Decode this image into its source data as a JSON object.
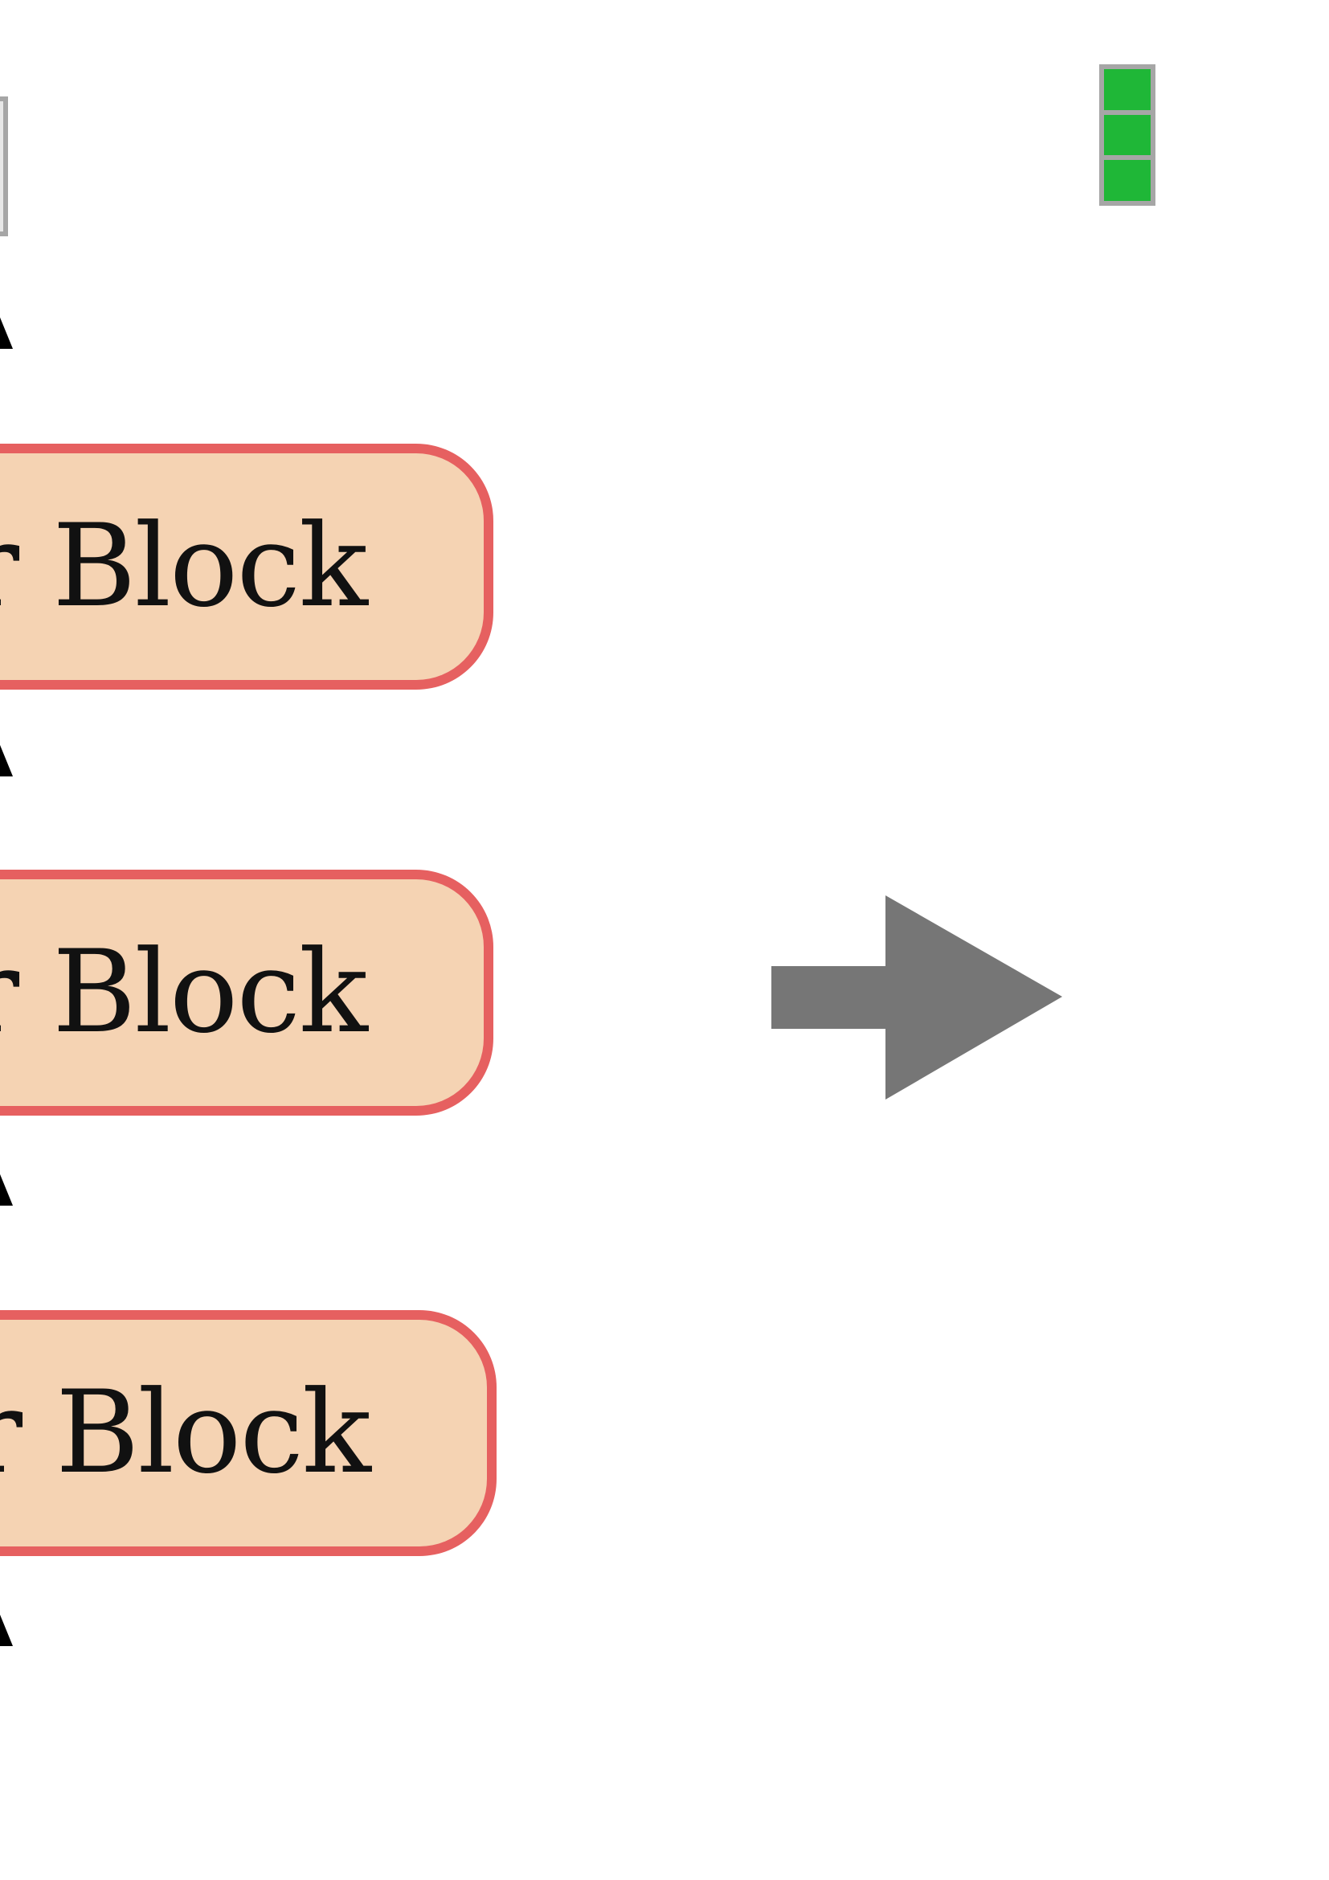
{
  "diagram": {
    "blocks": [
      {
        "id": "block1",
        "label": "r Block"
      },
      {
        "id": "block2",
        "label": "r Block"
      },
      {
        "id": "block3",
        "label": "r Block"
      }
    ],
    "colors": {
      "block_fill": "#f5d3b3",
      "block_border": "#e66060",
      "arrow_fill": "#767676",
      "green_cell": "#1fb737",
      "stack_border": "#a6a6a6"
    },
    "icons": {
      "flow_arrow": "right-arrow",
      "vector_stack": "green-vector"
    },
    "green_vector_cells": 3
  }
}
